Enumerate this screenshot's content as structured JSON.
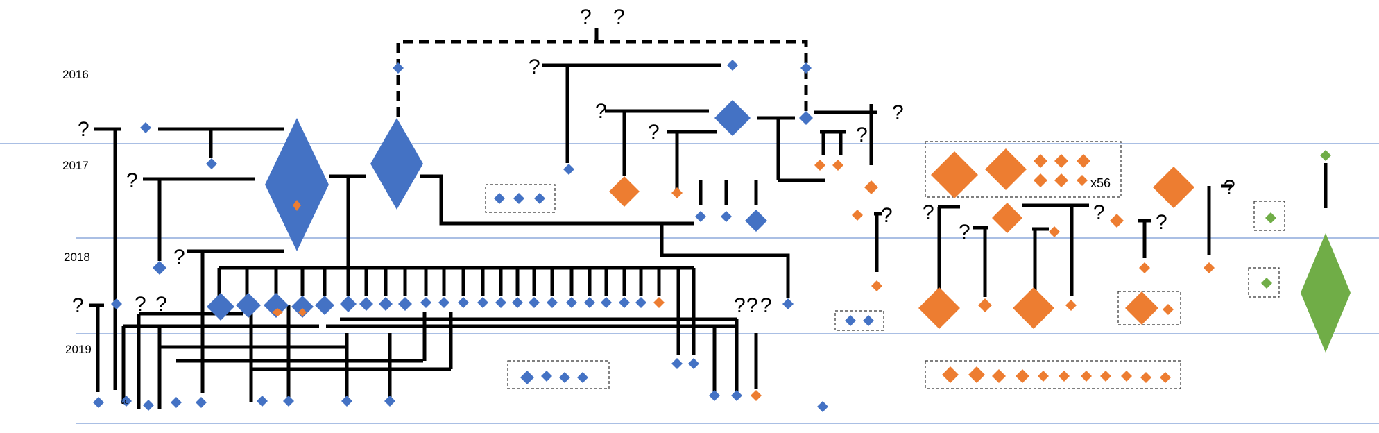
{
  "years": [
    "2016",
    "2017",
    "2018",
    "2019"
  ],
  "unknown_mark": "?",
  "count_label": "x56",
  "ag_label": "AG",
  "colors": {
    "blue": "#4472c4",
    "orange": "#ed7d31",
    "green": "#70ad47",
    "rule": "#8eaadb"
  }
}
